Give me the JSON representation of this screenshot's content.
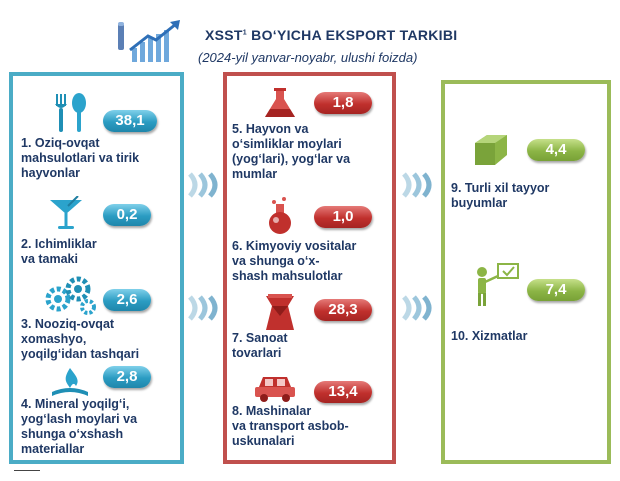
{
  "chart_data": {
    "type": "table",
    "title": "XSST",
    "title_sup": "1",
    "title_rest": " BO‘YICHA EKSPORT TARKIBI",
    "subtitle": "(2024-yil yanvar-noyabr, ulushi foizda)",
    "items": [
      {
        "number": "1.",
        "lines": [
          "1. Oziq-ovqat",
          "mahsulotlari va tirik",
          "hayvonlar"
        ],
        "value": 38.1,
        "value_label": "38,1",
        "group": "blue",
        "icon": "fork-spoon-icon"
      },
      {
        "number": "2.",
        "lines": [
          "2. Ichimliklar",
          "va tamaki"
        ],
        "value": 0.2,
        "value_label": "0,2",
        "group": "blue",
        "icon": "cocktail-glass-icon"
      },
      {
        "number": "3.",
        "lines": [
          "3. Nooziq-ovqat",
          "xomashyo,",
          "yoqilg‘idan tashqari"
        ],
        "value": 2.6,
        "value_label": "2,6",
        "group": "blue",
        "icon": "gears-icon"
      },
      {
        "number": "4.",
        "lines": [
          "4. Mineral yoqilg‘i,",
          "yog‘lash moylari va",
          "shunga o‘xshash",
          "materiallar"
        ],
        "value": 2.8,
        "value_label": "2,8",
        "group": "blue",
        "icon": "flame-icon"
      },
      {
        "number": "5.",
        "lines": [
          "5. Hayvon va",
          "o‘simliklar moylari",
          "(yog‘lari), yog‘lar va",
          "mumlar"
        ],
        "value": 1.8,
        "value_label": "1,8",
        "group": "red",
        "icon": "flask-icon"
      },
      {
        "number": "6.",
        "lines": [
          "6. Kimyoviy vositalar",
          "va shunga o‘x-",
          "shash mahsulotlar"
        ],
        "value": 1.0,
        "value_label": "1,0",
        "group": "red",
        "icon": "round-flask-icon"
      },
      {
        "number": "7.",
        "lines": [
          "7. Sanoat",
          "tovarlari"
        ],
        "value": 28.3,
        "value_label": "28,3",
        "group": "red",
        "icon": "fabric-icon"
      },
      {
        "number": "8.",
        "lines": [
          "8. Mashinalar",
          "va transport asbob-",
          "uskunalari"
        ],
        "value": 13.4,
        "value_label": "13,4",
        "group": "red",
        "icon": "car-icon"
      },
      {
        "number": "9.",
        "lines": [
          "9. Turli xil tayyor",
          "buyumlar"
        ],
        "value": 4.4,
        "value_label": "4,4",
        "group": "green",
        "icon": "cube-icon"
      },
      {
        "number": "10.",
        "lines": [
          "10. Xizmatlar"
        ],
        "value": 7.4,
        "value_label": "7,4",
        "group": "green",
        "icon": "presenter-icon"
      }
    ],
    "colors": {
      "blue": "#4bacc6",
      "red": "#c0504d",
      "green": "#9bbb59",
      "text": "#1f3864"
    }
  }
}
